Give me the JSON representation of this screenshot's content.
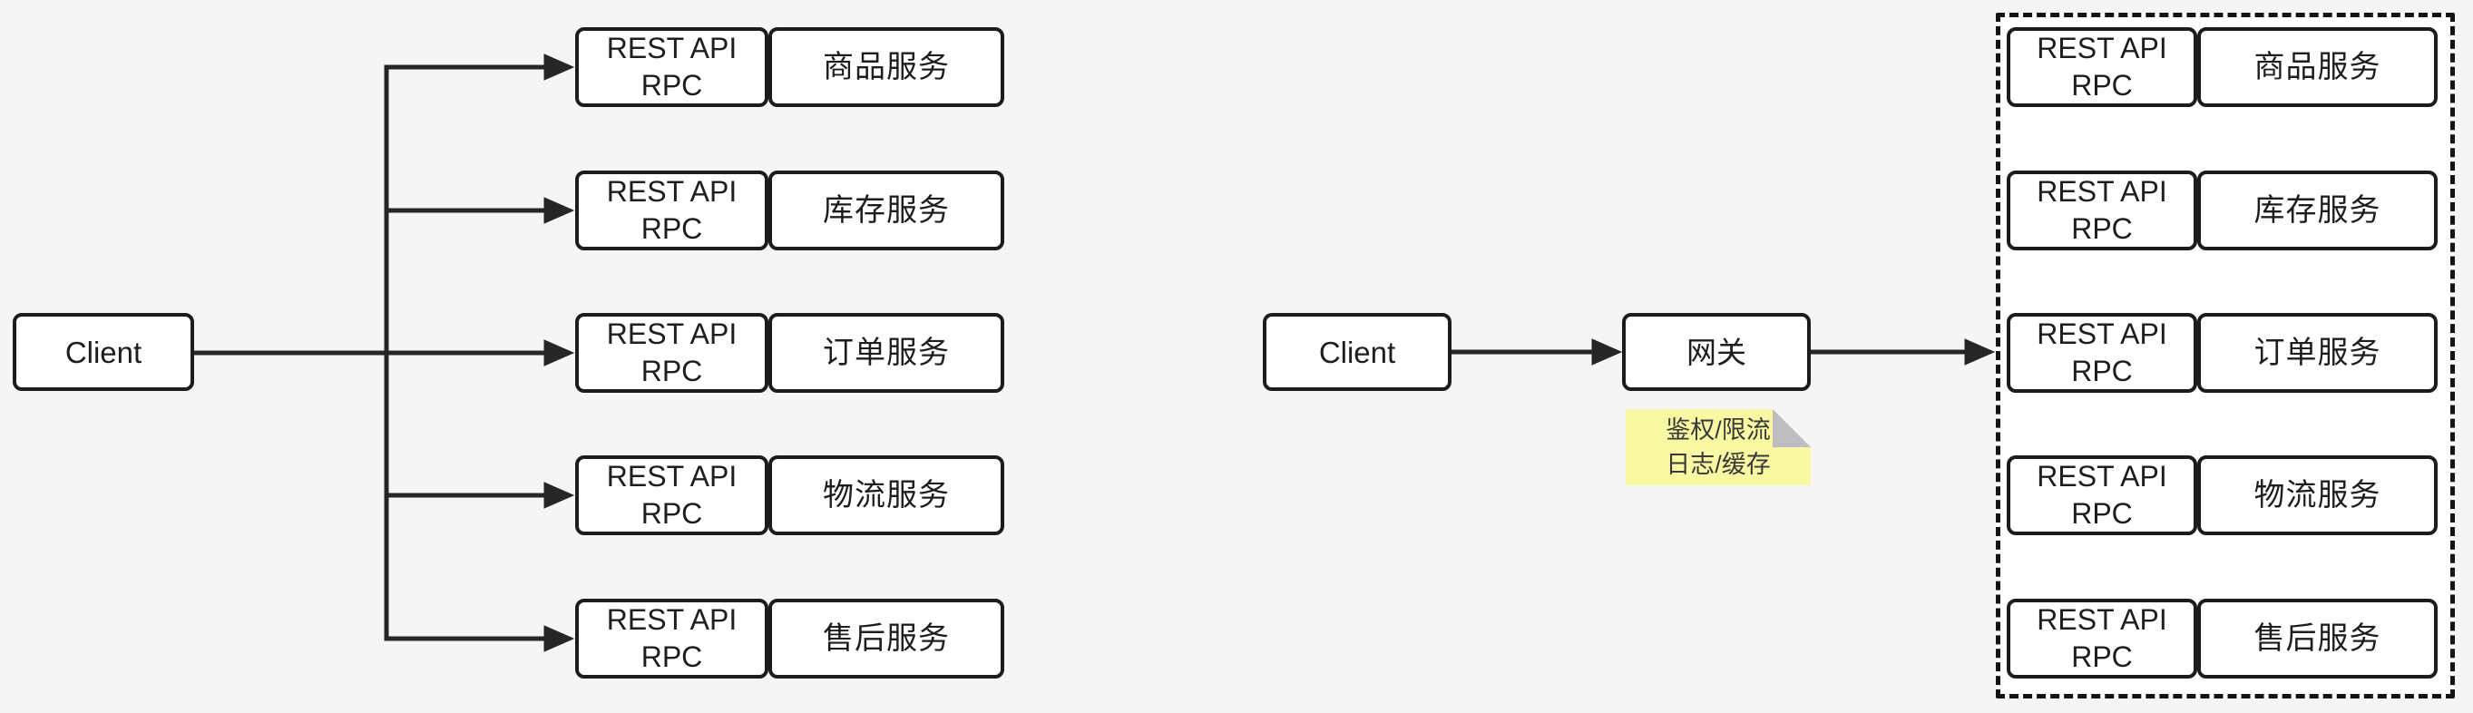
{
  "colors": {
    "page_background": "#f5f5f6",
    "node_fill": "#ffffff",
    "node_border": "#1c1c1c",
    "connector": "#262626",
    "note_fill": "#f8f8a3",
    "note_fold": "#bcbcc1",
    "text": "#1e1e1e"
  },
  "shared_labels": {
    "api_line1": "REST API",
    "api_line2": "RPC"
  },
  "left": {
    "client": "Client",
    "services": [
      "商品服务",
      "库存服务",
      "订单服务",
      "物流服务",
      "售后服务"
    ]
  },
  "right": {
    "client": "Client",
    "gateway": "网关",
    "note_line1": "鉴权/限流",
    "note_line2": "日志/缓存",
    "services": [
      "商品服务",
      "库存服务",
      "订单服务",
      "物流服务",
      "售后服务"
    ]
  }
}
